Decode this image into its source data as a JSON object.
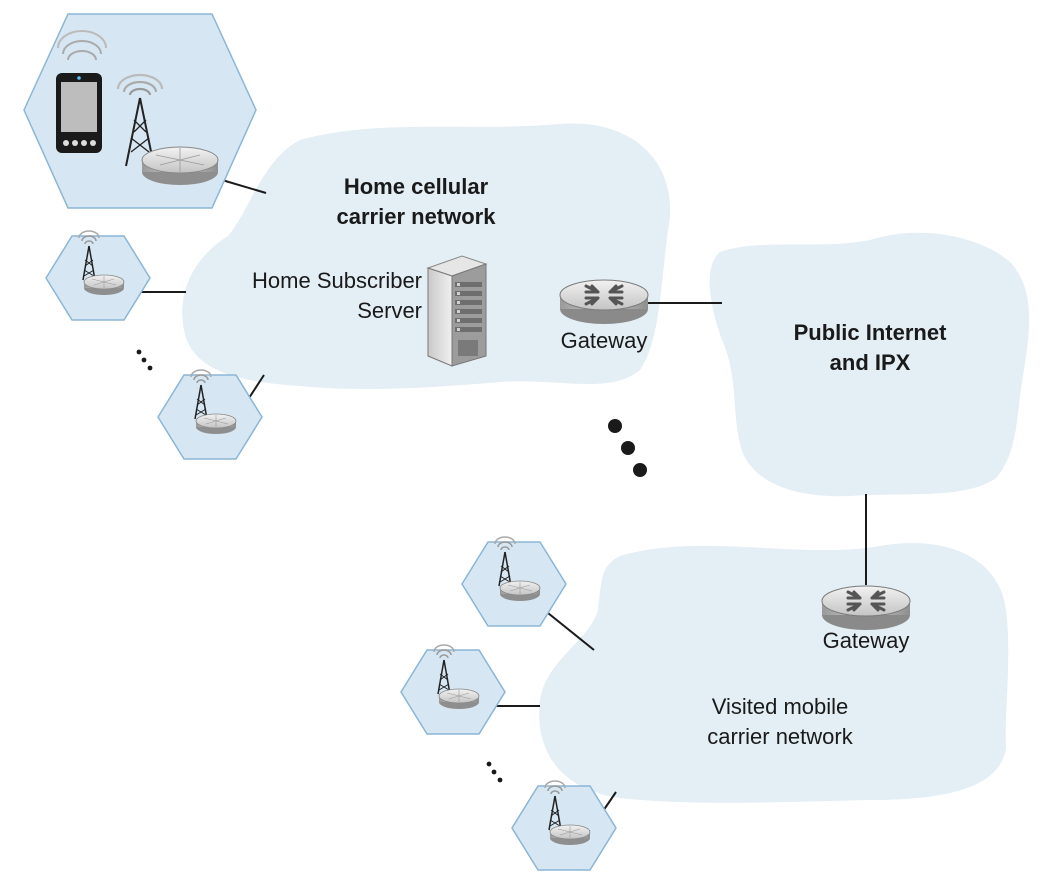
{
  "diagram": {
    "home_network": {
      "title_line1": "Home cellular",
      "title_line2": "carrier network",
      "hss_line1": "Home Subscriber",
      "hss_line2": "Server",
      "gateway": "Gateway"
    },
    "internet": {
      "title_line1": "Public Internet",
      "title_line2": "and IPX"
    },
    "visited_network": {
      "title_line1": "Visited mobile",
      "title_line2": "carrier network",
      "gateway": "Gateway"
    }
  },
  "colors": {
    "cloud_fill": "#e3eef5",
    "hexagon_fill": "#d6e7f3",
    "hexagon_stroke": "#8bb6d6",
    "link_line": "#1a1a1a",
    "router_body": "#c9c9c9",
    "text": "#1a1a1a"
  },
  "icons": [
    "smartphone-icon",
    "cell-tower-icon",
    "base-station-icon",
    "server-icon",
    "gateway-router-icon"
  ]
}
